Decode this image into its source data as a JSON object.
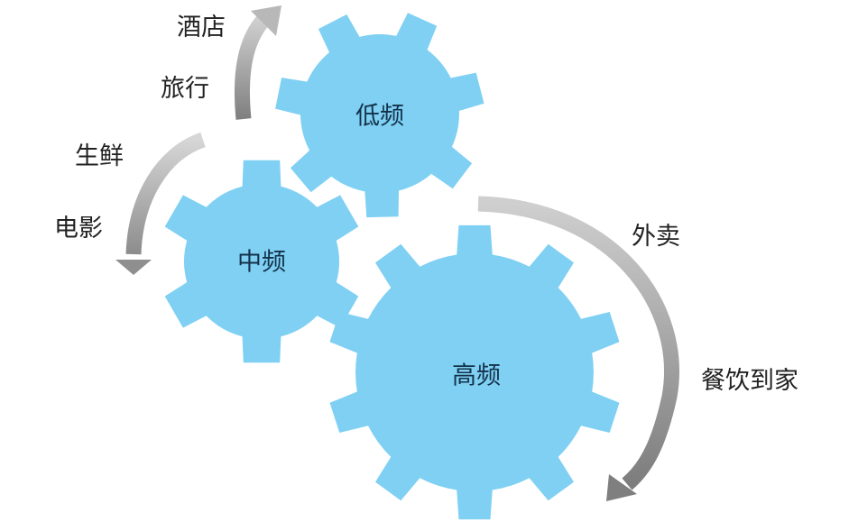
{
  "gears": [
    {
      "id": "low",
      "label": "低频",
      "teeth": 7
    },
    {
      "id": "mid",
      "label": "中频",
      "teeth": 6
    },
    {
      "id": "high",
      "label": "高频",
      "teeth": 10
    }
  ],
  "labels": {
    "hotel": "酒店",
    "travel": "旅行",
    "fresh": "生鲜",
    "movie": "电影",
    "takeout": "外卖",
    "dining_home": "餐饮到家"
  },
  "colors": {
    "gear": "#7fd0f3",
    "arrow_light": "#d4d4d4",
    "arrow_dark": "#8a8a8a",
    "text": "#222222"
  }
}
